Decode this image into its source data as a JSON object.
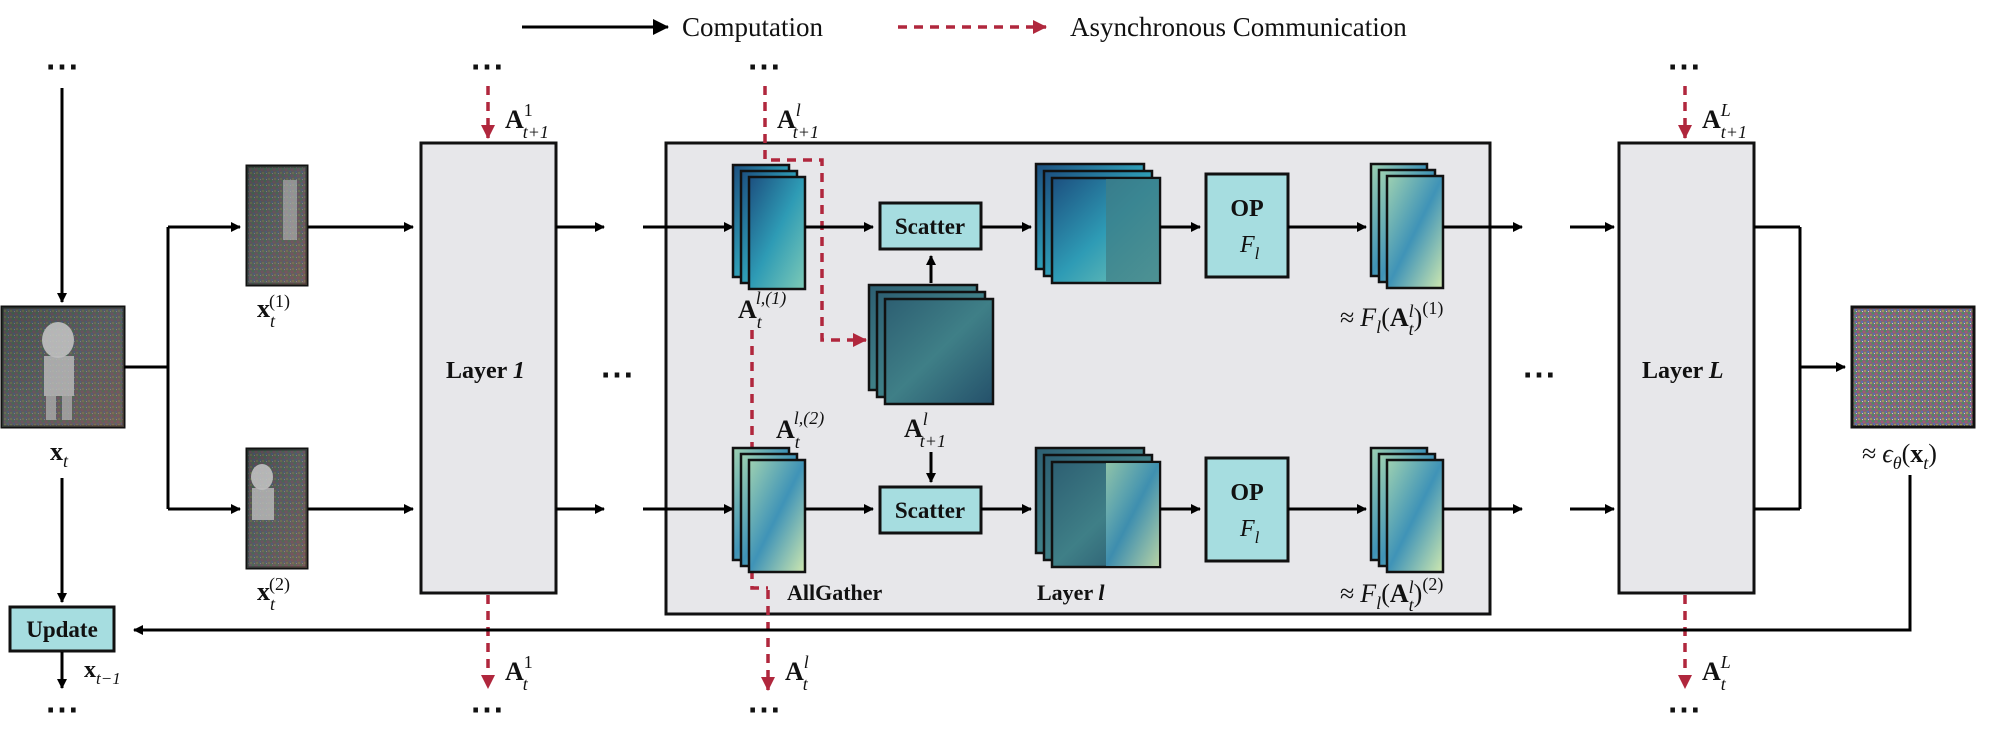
{
  "legend": {
    "computation": "Computation",
    "async": "Asynchronous Communication"
  },
  "layers": {
    "first": {
      "prefix": "Layer ",
      "index": "1"
    },
    "last": {
      "prefix": "Layer ",
      "index": "L"
    },
    "mid": {
      "prefix": "Layer ",
      "index": "l"
    }
  },
  "ops": {
    "scatter": "Scatter",
    "op": "OP",
    "allgather": "AllGather",
    "update": "Update"
  },
  "math": {
    "x": "x",
    "t": "t",
    "t_minus_1": "t−1",
    "p1": "(1)",
    "p2": "(2)",
    "A": "A",
    "one": "1",
    "l": "l",
    "L": "L",
    "t_plus_1": "t+1",
    "l1": "l,(1)",
    "l2": "l,(2)",
    "F": "F",
    "approx": "≈",
    "epsilon": "ϵ",
    "theta": "θ",
    "lparen": "(",
    "rparen": ")"
  },
  "ellipsis": "⋯",
  "colors": {
    "computation_arrow": "#000000",
    "async_arrow": "#b0273d",
    "box_fill": "#e7e7ea",
    "op_fill": "#a6dde0",
    "panel_fill": "#e7e7ea"
  }
}
